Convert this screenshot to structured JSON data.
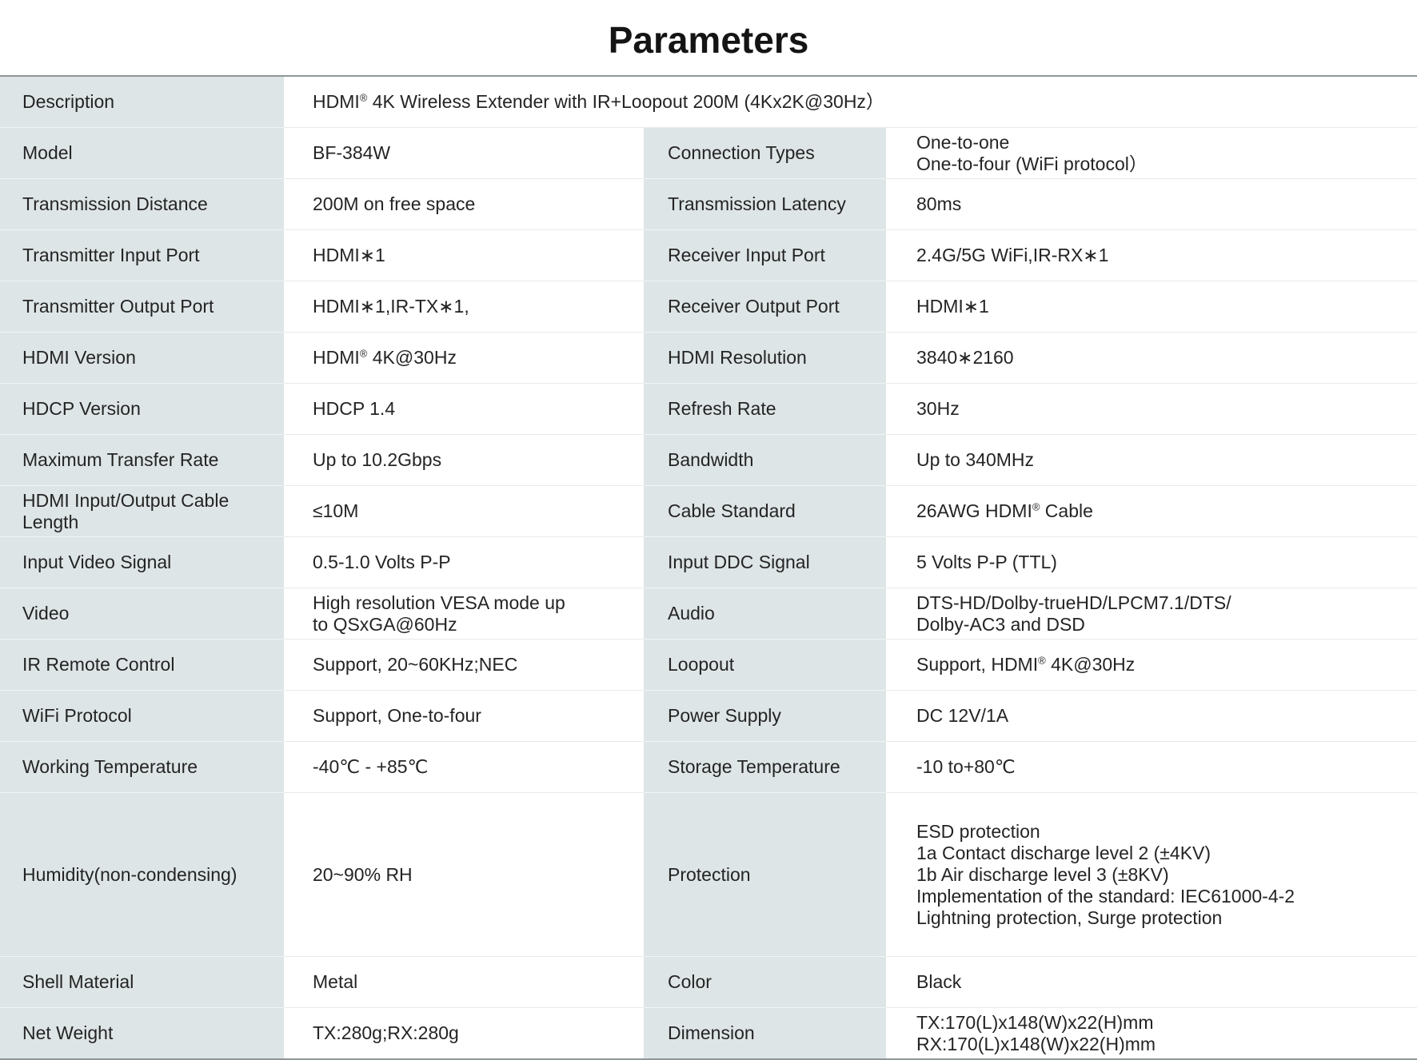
{
  "page": {
    "title": "Parameters"
  },
  "colors": {
    "label_bg": "#dee5e6",
    "table_border": "#8f9798",
    "row_divider_value": "#e7eaea",
    "row_divider_label": "#f1f4f4",
    "text": "#242424"
  },
  "table": {
    "description_row": {
      "label": "Description",
      "value": "HDMI® 4K Wireless Extender with IR+Loopout 200M (4Kx2K@30Hz）"
    },
    "rows": [
      {
        "l1": "Model",
        "v1": "BF-384W",
        "l2": "Connection Types",
        "v2": "One-to-one\nOne-to-four (WiFi protocol）"
      },
      {
        "l1": "Transmission Distance",
        "v1": "200M on free space",
        "l2": "Transmission Latency",
        "v2": "80ms"
      },
      {
        "l1": "Transmitter Input Port",
        "v1": "HDMI∗1",
        "l2": "Receiver Input Port",
        "v2": "2.4G/5G WiFi,IR-RX∗1"
      },
      {
        "l1": "Transmitter Output Port",
        "v1": "HDMI∗1,IR-TX∗1,",
        "l2": "Receiver Output Port",
        "v2": "HDMI∗1"
      },
      {
        "l1": "HDMI Version",
        "v1": "HDMI® 4K@30Hz",
        "l2": "HDMI Resolution",
        "v2": "3840∗2160"
      },
      {
        "l1": "HDCP Version",
        "v1": "HDCP 1.4",
        "l2": "Refresh Rate",
        "v2": "30Hz"
      },
      {
        "l1": "Maximum Transfer Rate",
        "v1": "Up to 10.2Gbps",
        "l2": "Bandwidth",
        "v2": "Up to 340MHz"
      },
      {
        "l1": "HDMI Input/Output Cable Length",
        "v1": "≤10M",
        "l2": "Cable Standard",
        "v2": "26AWG HDMI® Cable"
      },
      {
        "l1": "Input Video Signal",
        "v1": "0.5-1.0 Volts P-P",
        "l2": "Input DDC Signal",
        "v2": "5 Volts P-P (TTL)"
      },
      {
        "l1": "Video",
        "v1": "High resolution VESA mode up\nto QSxGA@60Hz",
        "l2": "Audio",
        "v2": "DTS-HD/Dolby-trueHD/LPCM7.1/DTS/\nDolby-AC3 and DSD"
      },
      {
        "l1": "IR Remote Control",
        "v1": "Support, 20~60KHz;NEC",
        "l2": "Loopout",
        "v2": "Support, HDMI® 4K@30Hz"
      },
      {
        "l1": "WiFi Protocol",
        "v1": "Support, One-to-four",
        "l2": "Power Supply",
        "v2": "DC 12V/1A"
      },
      {
        "l1": "Working Temperature",
        "v1": "-40℃ - +85℃",
        "l2": "Storage Temperature",
        "v2": "-10 to+80℃"
      },
      {
        "l1": "Humidity(non-condensing)",
        "v1": "20~90% RH",
        "l2": "Protection",
        "v2": "ESD protection\n1a Contact discharge level 2 (±4KV)\n1b Air discharge level 3 (±8KV)\nImplementation of the standard: IEC61000-4-2\nLightning protection, Surge protection"
      },
      {
        "l1": "Shell Material",
        "v1": "Metal",
        "l2": "Color",
        "v2": "Black"
      },
      {
        "l1": "Net Weight",
        "v1": "TX:280g;RX:280g",
        "l2": "Dimension",
        "v2": "TX:170(L)x148(W)x22(H)mm\nRX:170(L)x148(W)x22(H)mm"
      }
    ]
  }
}
